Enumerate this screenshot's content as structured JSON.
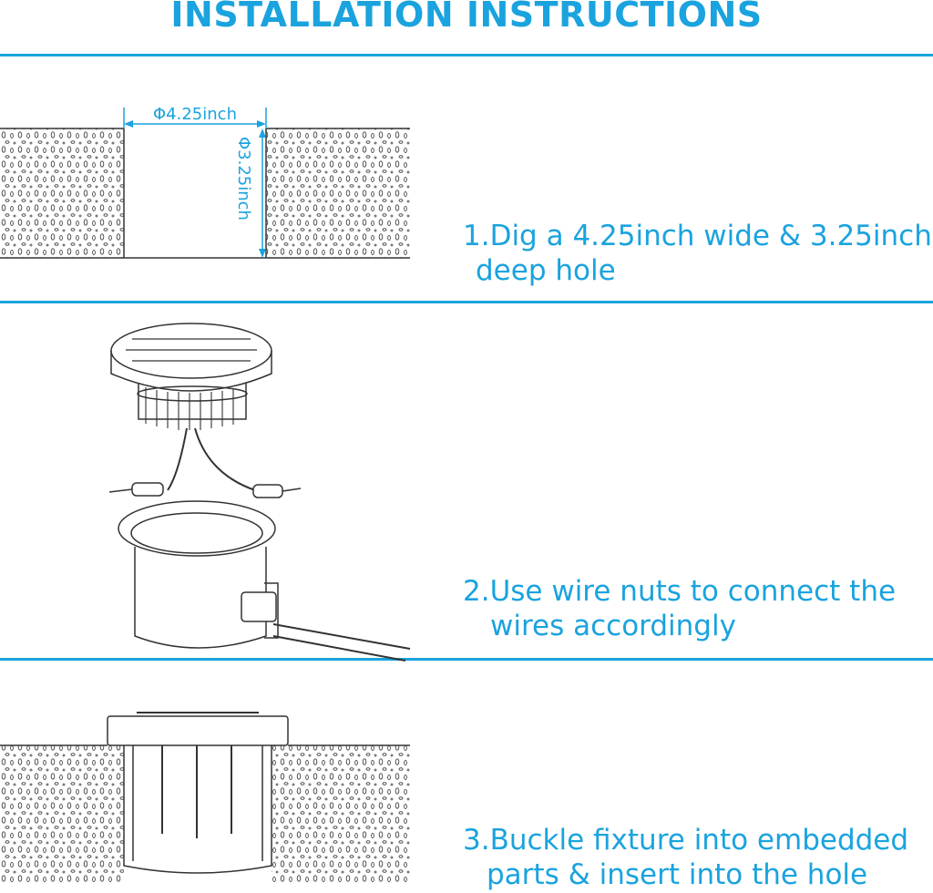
{
  "title": "INSTALLATION INSTRUCTIONS",
  "dimensions": {
    "width_label": "Φ4.25inch",
    "depth_label": "Φ3.25inch"
  },
  "steps": [
    {
      "line1": "1.Dig a 4.25inch wide & 3.25inch",
      "line2": "deep hole"
    },
    {
      "line1": "2.Use wire nuts to connect the",
      "line2": "wires accordingly"
    },
    {
      "line1": "3.Buckle fixture into embedded",
      "line2": "parts & insert into the hole"
    }
  ],
  "colors": {
    "accent": "#1aa3de",
    "line_art": "#333333"
  }
}
